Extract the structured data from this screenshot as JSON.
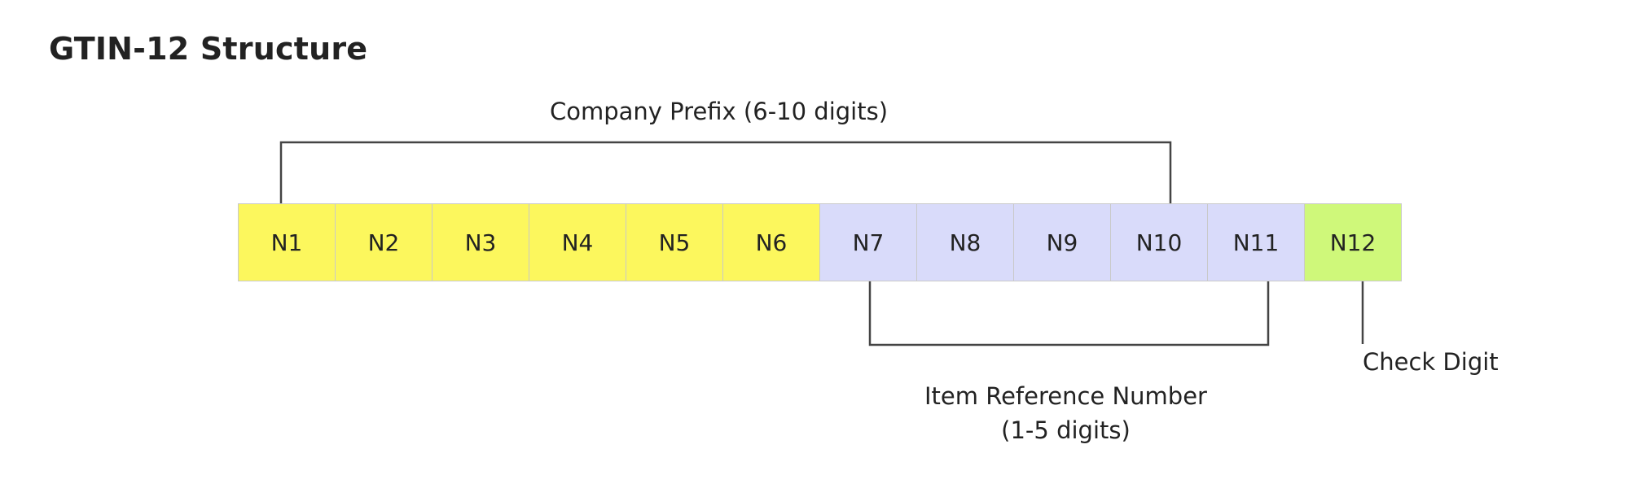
{
  "title": "GTIN-12 Structure",
  "cells": [
    {
      "label": "N1",
      "group": "company"
    },
    {
      "label": "N2",
      "group": "company"
    },
    {
      "label": "N3",
      "group": "company"
    },
    {
      "label": "N4",
      "group": "company"
    },
    {
      "label": "N5",
      "group": "company"
    },
    {
      "label": "N6",
      "group": "company"
    },
    {
      "label": "N7",
      "group": "item"
    },
    {
      "label": "N8",
      "group": "item"
    },
    {
      "label": "N9",
      "group": "item"
    },
    {
      "label": "N10",
      "group": "item"
    },
    {
      "label": "N11",
      "group": "item"
    },
    {
      "label": "N12",
      "group": "check"
    }
  ],
  "colors": {
    "company": "#fcf75d",
    "item": "#d9dbfa",
    "check": "#cff87a",
    "line": "#444444"
  },
  "labels": {
    "company_prefix": "Company Prefix (6-10 digits)",
    "item_reference_line1": "Item Reference Number",
    "item_reference_line2": "(1-5 digits)",
    "check_digit": "Check Digit"
  }
}
